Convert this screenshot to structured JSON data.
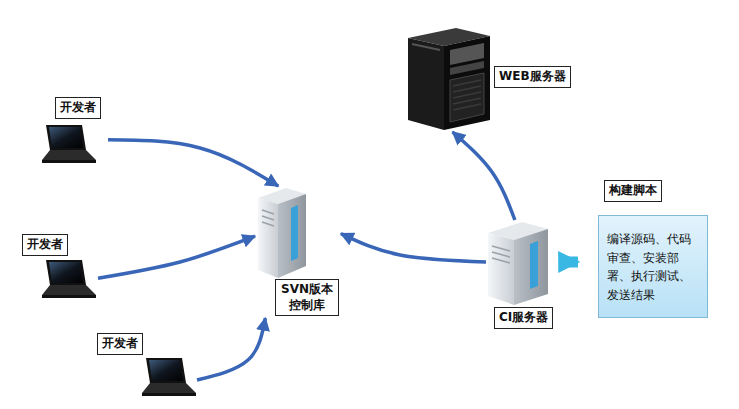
{
  "diagram": {
    "nodes": [
      {
        "text": [
          "开发者"
        ]
      },
      {
        "text": [
          "WEB服务器"
        ]
      },
      {
        "text": [
          "构建脚本",
          "编译源码、代码审查、安装部署、执行测试、发送结果"
        ]
      },
      {
        "text": [
          "SVN版本 控制库"
        ]
      },
      {
        "text": [
          "开发者"
        ]
      },
      {
        "text": [
          "CI服务器"
        ]
      },
      {
        "text": [
          "开发者"
        ]
      }
    ],
    "edges": [
      {
        "from": 0,
        "to": 3,
        "arrow": "to"
      },
      {
        "from": 4,
        "to": 3,
        "arrow": "to"
      },
      {
        "from": 6,
        "to": 3,
        "arrow": "to"
      },
      {
        "from": 5,
        "to": 3,
        "arrow": "to"
      },
      {
        "from": 5,
        "to": 1,
        "arrow": "to"
      },
      {
        "from": 5,
        "to": 2,
        "arrow": "to"
      }
    ]
  }
}
